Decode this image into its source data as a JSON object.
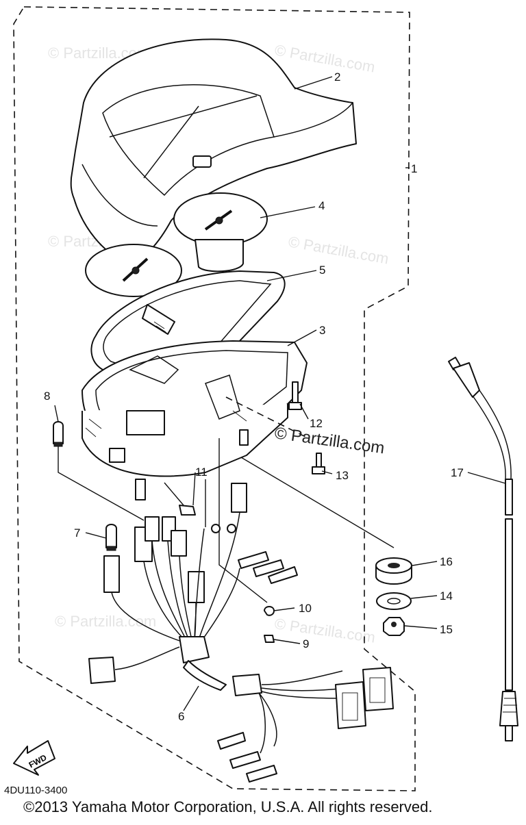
{
  "diagram": {
    "callouts": {
      "c1": "1",
      "c2": "2",
      "c3": "3",
      "c4": "4",
      "c5": "5",
      "c6": "6",
      "c7": "7",
      "c8": "8",
      "c9": "9",
      "c10": "10",
      "c11": "11",
      "c12": "12",
      "c13": "13",
      "c14": "14",
      "c15": "15",
      "c16": "16",
      "c17": "17"
    },
    "fwd_label": "FWD",
    "diagram_code": "4DU110-3400",
    "watermark": "© Partzilla.com"
  },
  "footer": {
    "copyright": "©2013 Yamaha Motor Corporation, U.S.A. All rights reserved."
  }
}
